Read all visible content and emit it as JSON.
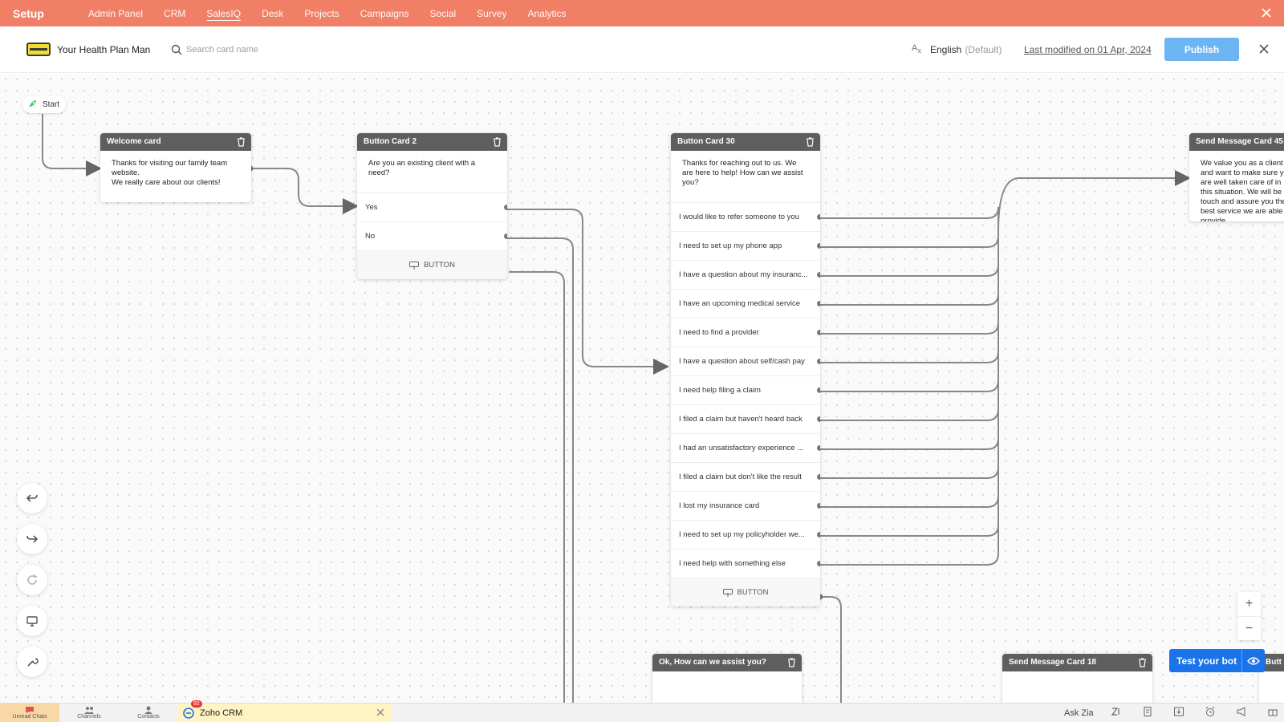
{
  "topnav": {
    "brand": "Setup",
    "items": [
      "Admin Panel",
      "CRM",
      "SalesIQ",
      "Desk",
      "Projects",
      "Campaigns",
      "Social",
      "Survey",
      "Analytics"
    ],
    "active": "SalesIQ"
  },
  "header": {
    "bot_name": "Your Health Plan Man",
    "search_placeholder": "Search card name",
    "lang_icon": "A",
    "language": "English",
    "language_default": "(Default)",
    "last_modified": "Last modified on 01 Apr, 2024",
    "publish_label": "Publish"
  },
  "canvas": {
    "start_label": "Start",
    "welcome_card": {
      "title": "Welcome card",
      "body_line1": "Thanks for visiting our family team website.",
      "body_line2": "We really care about our clients!"
    },
    "button_card_2": {
      "title": "Button Card 2",
      "body": "Are you an existing client with a need?",
      "options": [
        "Yes",
        "No"
      ],
      "footer": "BUTTON"
    },
    "button_card_30": {
      "title": "Button Card 30",
      "body": "Thanks for reaching out to us. We are here to help! How can we assist you?",
      "options": [
        "I would like to refer someone to you",
        "I need to set up my phone app",
        "I have a question about my insuranc...",
        "I have an upcoming medical service",
        "I need to find a provider",
        "I have a question about self/cash pay",
        "I need help filing a claim",
        "I filed a claim but haven't heard back",
        "I had an unsatisfactory experience ...",
        "I filed a claim but don't like the result",
        "I lost my insurance card",
        "I need to set up my policyholder we...",
        "I need help with something else"
      ],
      "footer": "BUTTON"
    },
    "send_message_card_45": {
      "title": "Send Message Card 45",
      "body": "We value you as a client and want to make sure you are well taken care of in this situation. We will be in touch and assure you the best service we are able to provide."
    },
    "ok_card": {
      "title": "Ok, How can we assist you?"
    },
    "send_message_card_18": {
      "title": "Send Message Card 18"
    },
    "edge_card_peek": "Butt"
  },
  "zoom": {
    "in": "+",
    "out": "−"
  },
  "test_bot_label": "Test your bot",
  "bottombar": {
    "unread": "Unread Chats",
    "channels": "Channels",
    "contacts": "Contacts",
    "crm_tab": "Zoho CRM",
    "crm_badge": "92",
    "ask_zia": "Ask Zia"
  },
  "colors": {
    "topnav": "#f07f66",
    "publish": "#6cb4f2",
    "test_bot": "#1a73e8",
    "card_header": "#5e5e5e"
  }
}
